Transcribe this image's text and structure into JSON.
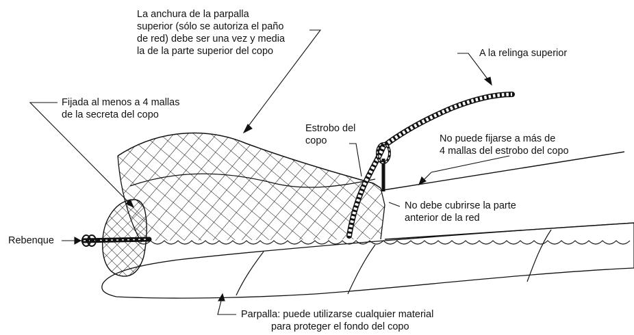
{
  "annotations": {
    "width_note": {
      "lines": [
        "La anchura de la parpalla",
        "superior (sólo se autoriza el paño",
        "de red) debe ser una vez y media",
        "la de la parte superior del copo"
      ]
    },
    "upper_rope": {
      "lines": [
        "A la relinga superior"
      ]
    },
    "secured": {
      "lines": [
        "Fijada al menos a 4 mallas",
        "de la secreta del copo"
      ]
    },
    "strop": {
      "lines": [
        "Estrobo del",
        "copo"
      ]
    },
    "max_meshes": {
      "lines": [
        "No puede fijarse a más de",
        "4 mallas del estrobo del copo"
      ]
    },
    "front": {
      "lines": [
        "No debe cubrirse la parte",
        "anterior de la red"
      ]
    },
    "codline": {
      "lines": [
        "Rebenque"
      ]
    },
    "chafer": {
      "lines": [
        "Parpalla: puede utilizarse cualquier material",
        "para proteger el fondo del copo"
      ]
    }
  },
  "colors": {
    "ink": "#111111",
    "background": "#ffffff"
  }
}
